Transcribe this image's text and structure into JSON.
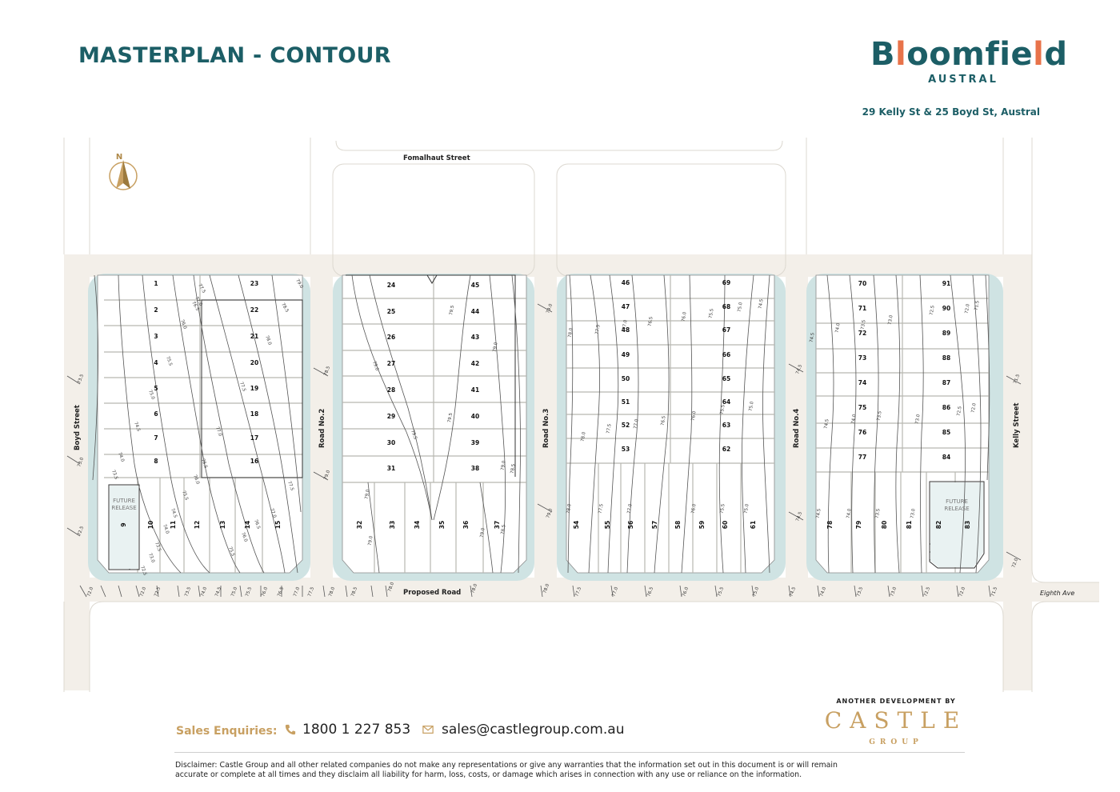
{
  "title": "MASTERPLAN - CONTOUR",
  "brand": {
    "name_prefix": "B",
    "name_l": "l",
    "name_mid": "oomfie",
    "name_l2": "l",
    "name_suffix": "d",
    "sub": "AUSTRAL"
  },
  "address": "29 Kelly St & 25 Boyd St, Austral",
  "north_label": "N",
  "streets": {
    "top": "Fomalhaut Street",
    "left": "Boyd Street",
    "right": "Kelly Street",
    "road2": "Road No.2",
    "road3": "Road No.3",
    "road4": "Road No.4",
    "bottom": "Proposed Road",
    "eighth": "Eighth Ave"
  },
  "future_release": [
    "FUTURE",
    "RELEASE"
  ],
  "lots": {
    "block1_left": [
      "1",
      "2",
      "3",
      "4",
      "5",
      "6",
      "7",
      "8"
    ],
    "block1_right": [
      "23",
      "22",
      "21",
      "20",
      "19",
      "18",
      "17",
      "16"
    ],
    "block1_bottom": [
      "9",
      "10",
      "11",
      "12",
      "13",
      "14",
      "15"
    ],
    "block2_left": [
      "24",
      "25",
      "26",
      "27",
      "28",
      "29",
      "30",
      "31"
    ],
    "block2_right": [
      "45",
      "44",
      "43",
      "42",
      "41",
      "40",
      "39",
      "38"
    ],
    "block2_bottom": [
      "32",
      "33",
      "34",
      "35",
      "36",
      "37"
    ],
    "block3_left": [
      "46",
      "47",
      "48",
      "49",
      "50",
      "51",
      "52",
      "53"
    ],
    "block3_right": [
      "69",
      "68",
      "67",
      "66",
      "65",
      "64",
      "63",
      "62"
    ],
    "block3_bottom": [
      "54",
      "55",
      "56",
      "57",
      "58",
      "59",
      "60",
      "61"
    ],
    "block4_left": [
      "70",
      "71",
      "72",
      "73",
      "74",
      "75",
      "76",
      "77"
    ],
    "block4_right": [
      "91",
      "90",
      "89",
      "88",
      "87",
      "86",
      "85",
      "84"
    ],
    "block4_bottom": [
      "78",
      "79",
      "80",
      "81",
      "82",
      "83"
    ]
  },
  "contour_labels": [
    "72.0",
    "72.5",
    "73.0",
    "73.5",
    "74.0",
    "74.5",
    "75.0",
    "75.5",
    "76.0",
    "76.5",
    "77.0",
    "77.5",
    "78.0",
    "78.5",
    "79.0",
    "79.5"
  ],
  "footer": {
    "sales_label": "Sales Enquiries:",
    "phone": "1800 1 227 853",
    "email": "sales@castlegroup.com.au",
    "another": "ANOTHER DEVELOPMENT BY",
    "castle": "CASTLE",
    "castle_sub": "GROUP",
    "disclaimer": "Disclaimer: Castle Group and all other related companies do not make any representations or give any warranties that the information set out in this document is or will remain accurate or complete at all times and they disclaim all liability for harm, loss, costs, or damage which arises in connection with any use or reliance on the information."
  },
  "colors": {
    "teal": "#1c5e66",
    "gold": "#c8a062",
    "orange": "#e8734a",
    "road": "#f3efe9",
    "verge": "#cfe3e3",
    "lot_line": "#b8b8b0"
  }
}
